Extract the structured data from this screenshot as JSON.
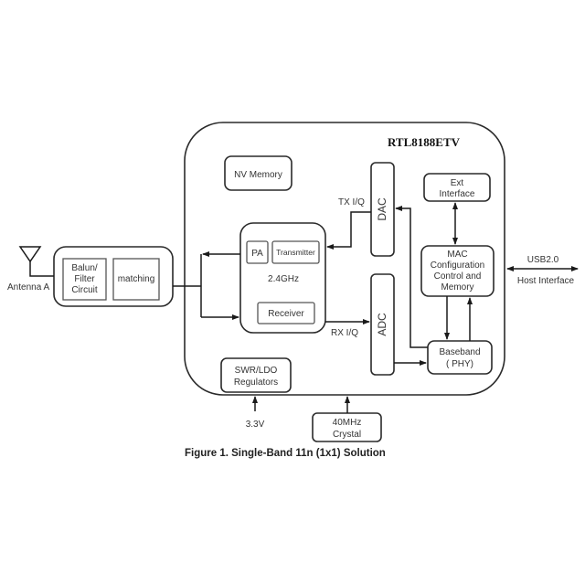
{
  "chip": {
    "name": "RTL8188ETV"
  },
  "blocks": {
    "nv_memory": "NV Memory",
    "dac": "DAC",
    "adc": "ADC",
    "ext_interface": [
      "Ext",
      "Interface"
    ],
    "mac": [
      "MAC",
      "Configuration",
      "Control and",
      "Memory"
    ],
    "baseband": [
      "Baseband",
      "( PHY)"
    ],
    "swr_ldo": [
      "SWR/LDO",
      "Regulators"
    ],
    "crystal": [
      "40MHz",
      "Crystal"
    ],
    "rf": {
      "pa": "PA",
      "transmitter": "Transmitter",
      "band": "2.4GHz",
      "receiver": "Receiver"
    },
    "front_end": {
      "balun": [
        "Balun/",
        "Filter",
        "Circuit"
      ],
      "matching": "matching"
    }
  },
  "labels": {
    "antenna": "Antenna A",
    "tx_iq": "TX I/Q",
    "rx_iq": "RX I/Q",
    "usb": "USB2.0",
    "host_interface": "Host Interface",
    "supply": "3.3V"
  },
  "caption": "Figure 1. Single-Band 11n (1x1) Solution"
}
